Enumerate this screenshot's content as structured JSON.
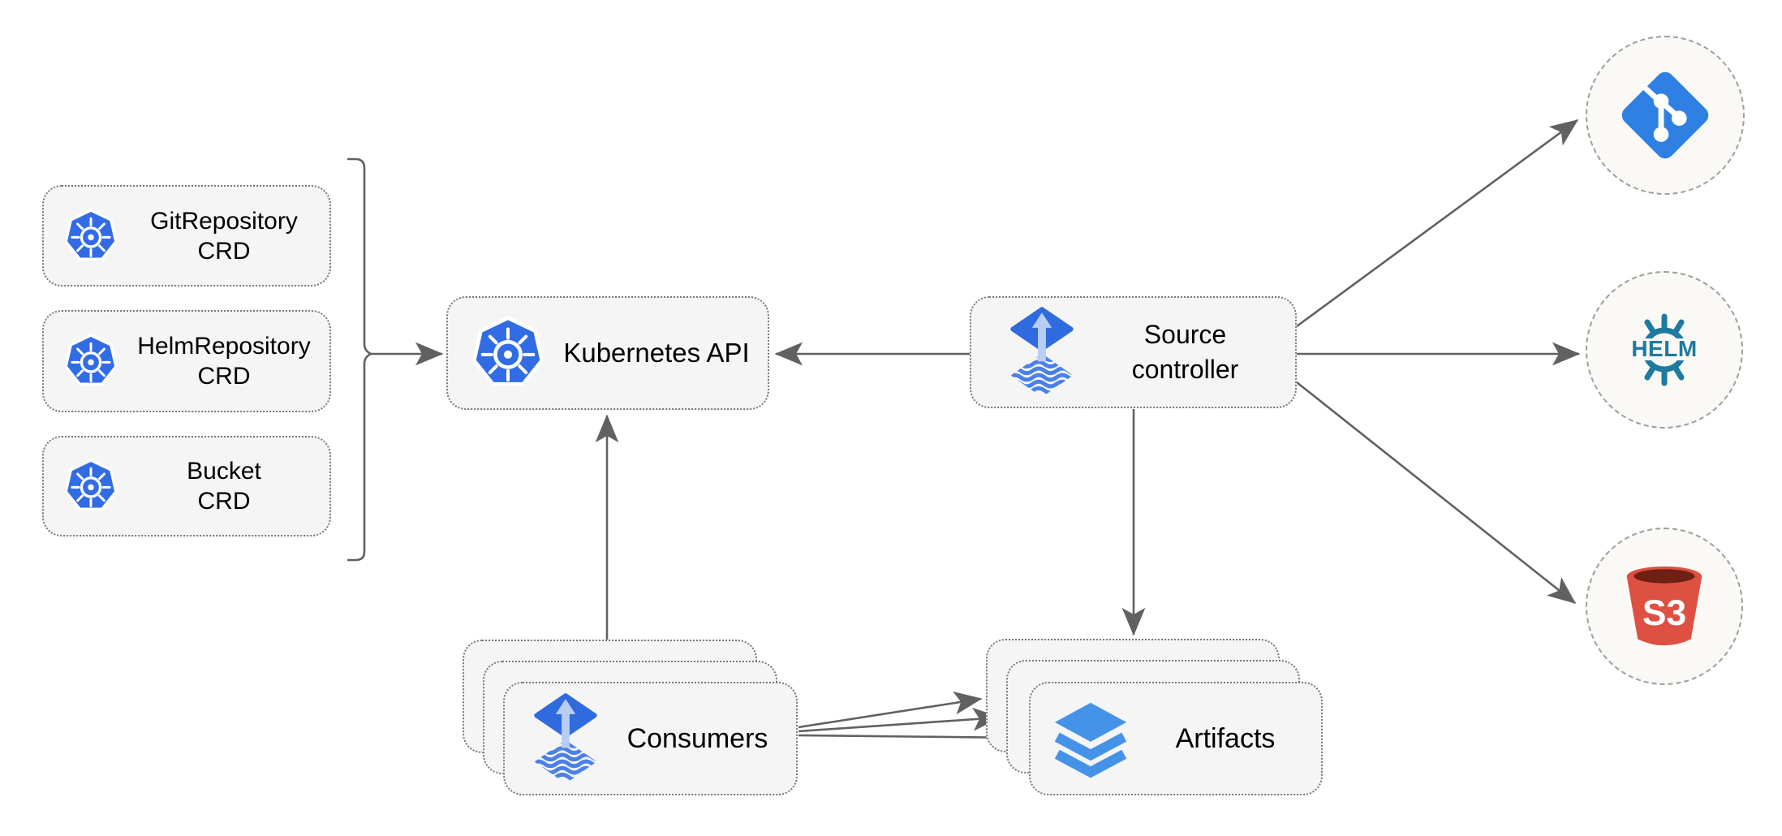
{
  "nodes": {
    "git_repository_crd": {
      "label": "GitRepository",
      "sublabel": "CRD",
      "icon": "kubernetes-icon"
    },
    "helm_repository_crd": {
      "label": "HelmRepository",
      "sublabel": "CRD",
      "icon": "kubernetes-icon"
    },
    "bucket_crd": {
      "label": "Bucket",
      "sublabel": "CRD",
      "icon": "kubernetes-icon"
    },
    "kubernetes_api": {
      "label": "Kubernetes API",
      "icon": "kubernetes-icon"
    },
    "source_controller": {
      "label": "Source",
      "sublabel": "controller",
      "icon": "flux-source-controller-icon"
    },
    "consumers": {
      "label": "Consumers",
      "icon": "flux-source-controller-icon",
      "stacked": true
    },
    "artifacts": {
      "label": "Artifacts",
      "icon": "layers-icon",
      "stacked": true
    },
    "git": {
      "icon": "git-icon"
    },
    "helm": {
      "icon": "helm-icon",
      "text": "HELM"
    },
    "s3": {
      "icon": "s3-bucket-icon",
      "text": "S3"
    }
  },
  "edges": [
    {
      "from": "crd-group",
      "to": "kubernetes-api",
      "arrow": "end"
    },
    {
      "from": "source-controller",
      "to": "kubernetes-api",
      "arrow": "end"
    },
    {
      "from": "consumers",
      "to": "kubernetes-api",
      "arrow": "end"
    },
    {
      "from": "source-controller",
      "to": "artifacts",
      "arrow": "end"
    },
    {
      "from": "source-controller",
      "to": "git",
      "arrow": "end"
    },
    {
      "from": "source-controller",
      "to": "helm",
      "arrow": "end"
    },
    {
      "from": "source-controller",
      "to": "s3",
      "arrow": "end"
    },
    {
      "from": "consumers",
      "to": "artifacts",
      "arrow": "end"
    },
    {
      "from": "consumers",
      "to": "artifacts",
      "arrow": "end"
    },
    {
      "from": "consumers",
      "to": "artifacts",
      "arrow": "end"
    }
  ],
  "colors": {
    "node_fill": "#F5F5F5",
    "node_border": "#787878",
    "circle_fill": "#FAF9F5",
    "circle_border": "#9E9E9E",
    "edge": "#616161",
    "text": "#000000",
    "kubernetes_blue": "#326CE5",
    "flux_blue": "#2F6BDF",
    "flux_wave_blue": "#4A80E8",
    "flux_arrow_light": "#B9CDF4",
    "git_blue": "#2E80E3",
    "helm_teal": "#1E7A9E",
    "s3_red": "#DE5042",
    "s3_dark": "#6F2014",
    "layers_blue": "#4593E8"
  }
}
